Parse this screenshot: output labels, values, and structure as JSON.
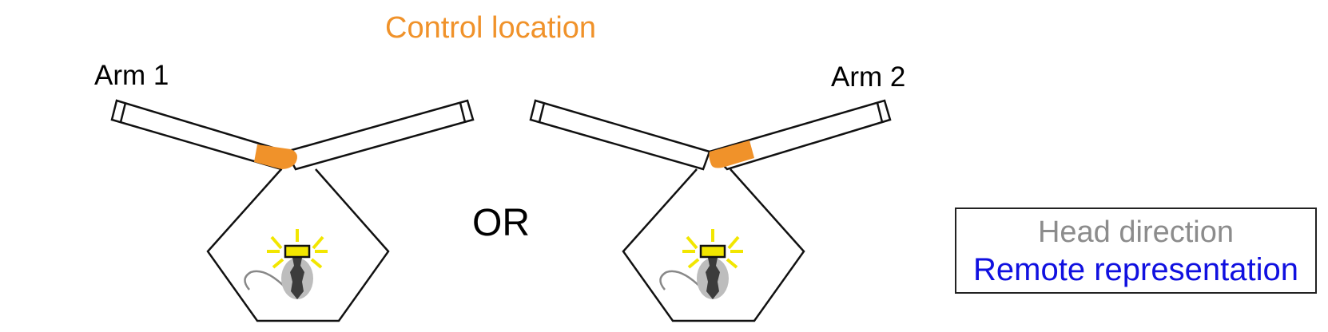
{
  "labels": {
    "title": "Control location",
    "arm1": "Arm 1",
    "arm2": "Arm 2",
    "or": "OR"
  },
  "legend": {
    "head_direction": "Head direction",
    "remote_representation": "Remote representation"
  },
  "colors": {
    "control_location": "#f0922a",
    "head_direction": "#8c8c8c",
    "remote_representation": "#1010e0",
    "light": "#f2e600",
    "mouse": "#3c3c3c",
    "outline": "#111111"
  }
}
